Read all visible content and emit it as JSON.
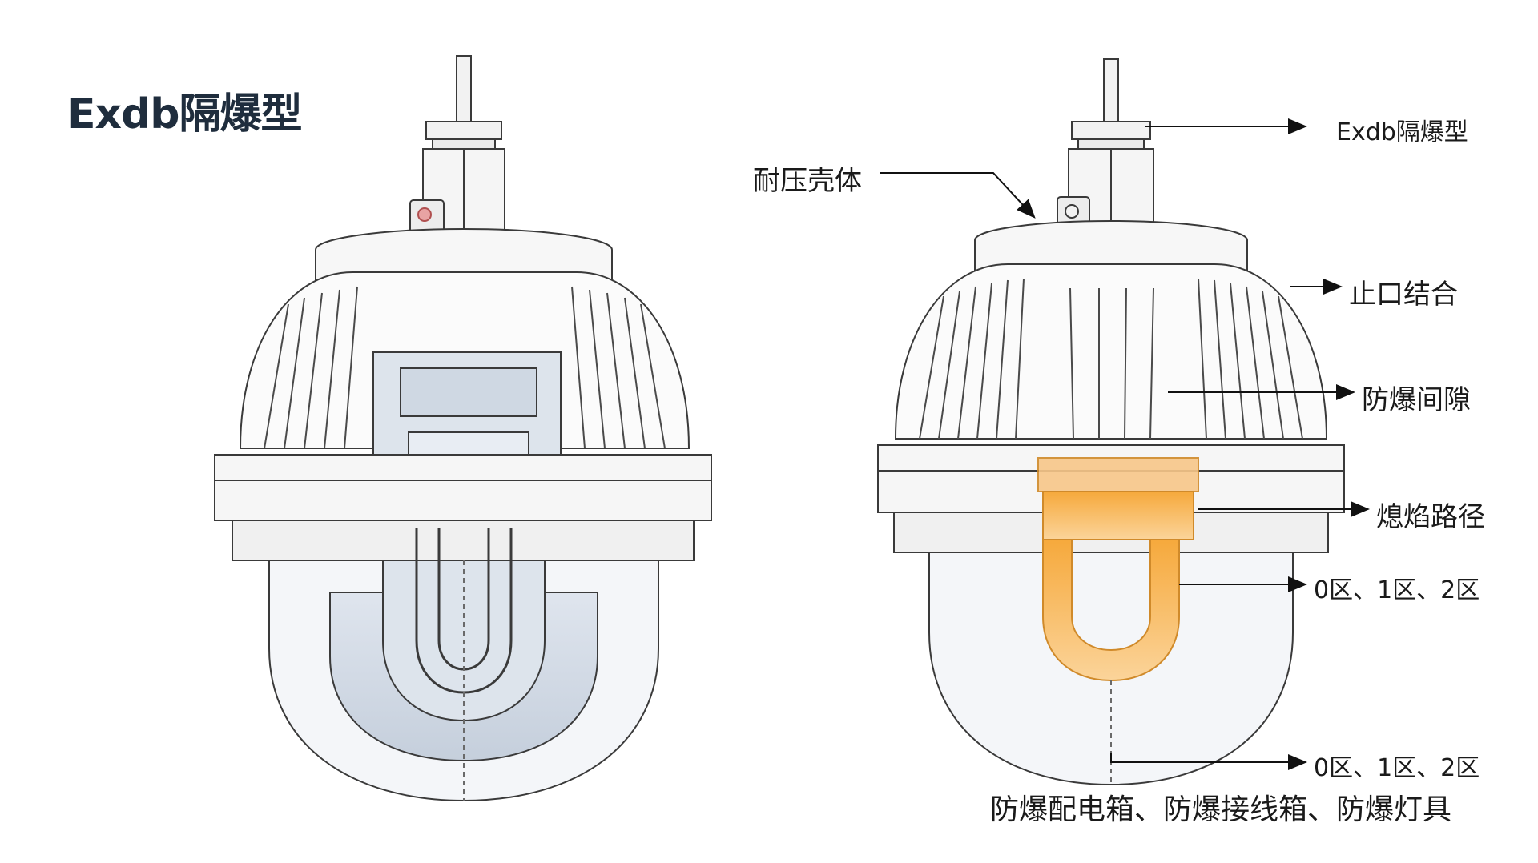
{
  "title": "Exdb隔爆型",
  "labels": {
    "top_type": "Exdb隔爆型",
    "shell": "耐压壳体",
    "spigot": "止口结合",
    "gap": "防爆间隙",
    "flame_path": "熄焰路径",
    "zones_1": "0区、1区、2区",
    "zones_2": "0区、1区、2区",
    "applications": "防爆配电箱、防爆接线箱、防爆灯具"
  },
  "colors": {
    "title": "#1f2d3d",
    "outline": "#3a3a3a",
    "glass_fill": "#c9d3df",
    "flame_fill": "#f7b14c",
    "arrow": "#111111"
  },
  "icons": [
    "explosion-proof-lamp-cutaway",
    "explosion-proof-lamp-annotated",
    "arrow-right-icon"
  ]
}
